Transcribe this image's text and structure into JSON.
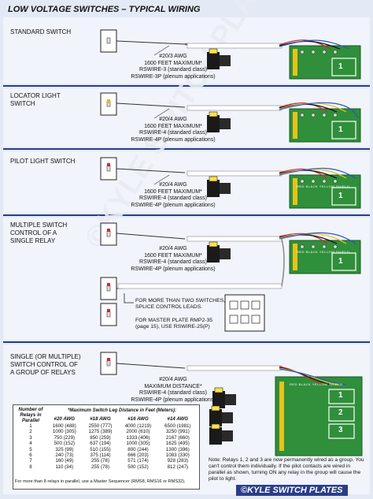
{
  "title": "LOW VOLTAGE SWITCHES – TYPICAL WIRING",
  "watermark": "©KYLE SWITCH PLATES",
  "brand": "©KYLE SWITCH PLATES",
  "colors": {
    "pcb": "#2f8f3a",
    "band": "#f1f4fa",
    "bg": "#e3e9f5",
    "separator": "#2a3e88",
    "red": "#d12a2a",
    "blue": "#2b55c8",
    "yellow": "#e8c21a"
  },
  "sections": [
    {
      "label": "STANDARD SWITCH",
      "wire": "#20/3 AWG",
      "spec": [
        "1600 FEET MAXIMUM*",
        "RSWIRE-3 (standard class)",
        "RSWIRE-3P (plenum applications)"
      ],
      "relay": "1"
    },
    {
      "label": "LOCATOR LIGHT SWITCH",
      "wire": "#20/4 AWG",
      "spec": [
        "1600 FEET MAXIMUM*",
        "RSWIRE-4 (standard class)",
        "RSWIRE-4P (plenum applications)"
      ],
      "relay": "1"
    },
    {
      "label": "PILOT LIGHT SWITCH",
      "wire": "#20/4 AWG",
      "spec": [
        "1600 FEET MAXIMUM*",
        "RSWIRE-4 (standard class)",
        "RSWIRE-4P (plenum applications)"
      ],
      "relay": "1"
    },
    {
      "label": "MULTIPLE SWITCH CONTROL OF A SINGLE RELAY",
      "wire": "#20/4 AWG",
      "spec": [
        "1600 FEET MAXIMUM*",
        "RSWIRE-4 (standard class)",
        "RSWIRE-4P (plenum applications)"
      ],
      "relay": "1"
    },
    {
      "label": "SINGLE (OR MULTIPLE) SWITCH CONTROL OF A GROUP OF RELAYS",
      "wire": "#20/4 AWG",
      "spec": [
        "MAXIMUM DISTANCE*",
        "RSWIRE-4 (standard class)",
        "RSWIRE-4P (plenum applications)"
      ],
      "relays": [
        "1",
        "2",
        "3"
      ]
    }
  ],
  "terminal_labels": [
    "RED",
    "BLACK",
    "YELLOW",
    "SHIELD"
  ],
  "notes": {
    "splice": "FOR MORE THAN TWO SWITCHES, SPLICE CONTROL LEADS.",
    "master": "FOR MASTER PLATE RMP2-35 (page 15), USE RSWIRE-25(P)",
    "relays": "Note: Relays 1, 2 and 3 are now permanently wired as a group. You can't control them individually. If the pilot contacts are wired in parallel as shown, turning ON any relay in the group will cause the pilot to light."
  },
  "table": {
    "headers": [
      "Number of Relays in Parallel",
      "#20 AWG",
      "#18 AWG",
      "#16 AWG",
      "#14 AWG"
    ],
    "caption": "*Maximum Switch Leg Distance in Feet (Meters):",
    "rows": [
      [
        "1",
        "1600 (488)",
        "2550 (777)",
        "4000 (1219)",
        "6500 (1981)"
      ],
      [
        "2",
        "1000 (305)",
        "1275 (389)",
        "2000 (610)",
        "3250 (991)"
      ],
      [
        "3",
        "750 (229)",
        "850 (259)",
        "1333 (406)",
        "2167 (660)"
      ],
      [
        "4",
        "500 (152)",
        "637 (194)",
        "1000 (305)",
        "1625 (495)"
      ],
      [
        "5",
        "325 (99)",
        "510 (155)",
        "800 (244)",
        "1300 (396)"
      ],
      [
        "6",
        "240 (73)",
        "375 (114)",
        "666 (203)",
        "1083 (330)"
      ],
      [
        "7",
        "160 (49)",
        "255 (78)",
        "571 (174)",
        "928 (283)"
      ],
      [
        "8",
        "110 (34)",
        "255 (78)",
        "500 (152)",
        "812 (247)"
      ]
    ],
    "footnote": "For more than 8 relays in parallel, use a Master Sequencer (RMS8, RMS16 or RMS32)."
  }
}
